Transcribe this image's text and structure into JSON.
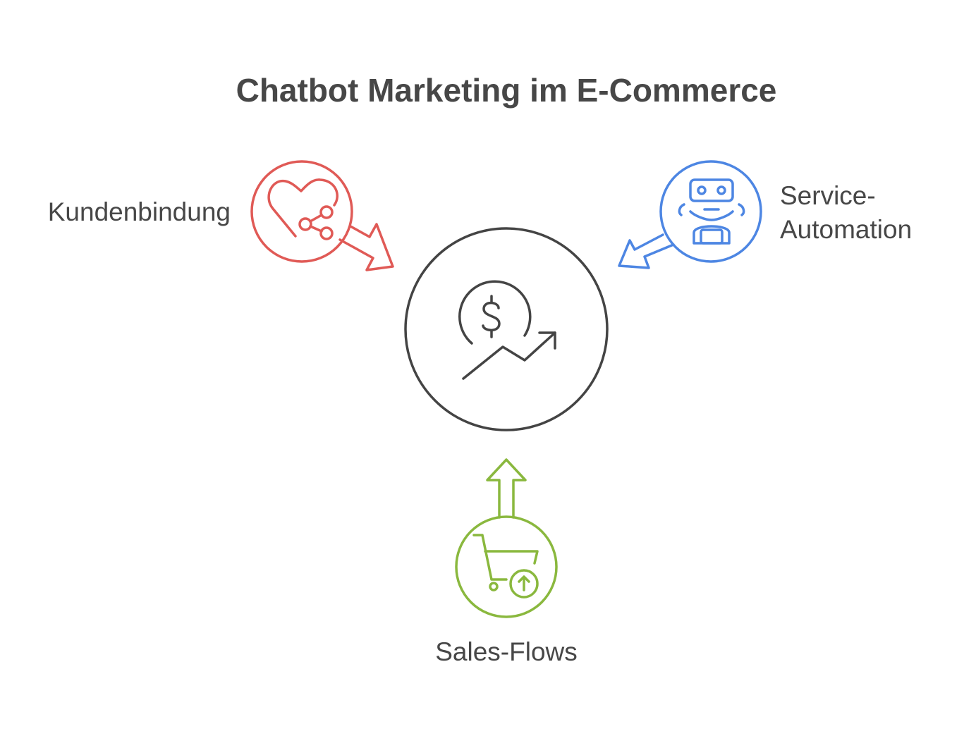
{
  "title": "Chatbot Marketing im E-Commerce",
  "center": {
    "icon": "dollar-growth-icon"
  },
  "nodes": [
    {
      "key": "kundenbindung",
      "label": "Kundenbindung",
      "icon": "heart-share-icon",
      "color": "#E05A56"
    },
    {
      "key": "service",
      "label_line1": "Service-",
      "label_line2": "Automation",
      "icon": "robot-icon",
      "color": "#4D86E3"
    },
    {
      "key": "sales",
      "label": "Sales-Flows",
      "icon": "shopping-cart-upload-icon",
      "color": "#8AB83E"
    }
  ],
  "colors": {
    "text": "#474747",
    "center": "#444444"
  }
}
